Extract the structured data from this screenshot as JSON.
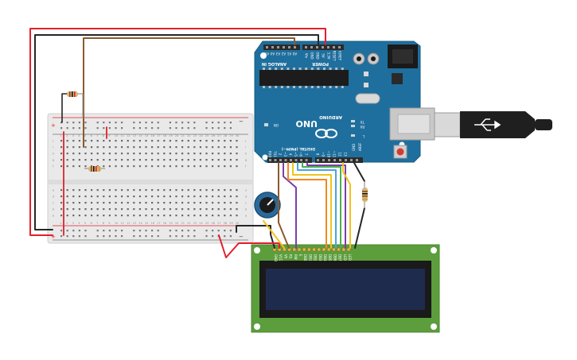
{
  "arduino": {
    "brand": "ARDUINO",
    "model": "UNO",
    "analog_header": "ANALOG IN",
    "power_header": "POWER",
    "digital_header": "DIGITAL (PWM~)",
    "on_label": "ON",
    "tx_label": "TX",
    "rx_label": "RX",
    "l_label": "L",
    "gnd_label": "GND",
    "aref_label": "AREF",
    "analog_pins": [
      "A5",
      "A4",
      "A3",
      "A2",
      "A1",
      "A0"
    ],
    "power_pins": [
      "Vin",
      "GND",
      "GND",
      "5V",
      "3.3V",
      "RESET",
      "IOREF"
    ],
    "digital_pins": [
      "RX0",
      "TX1",
      "2",
      "~3",
      "4",
      "~5",
      "~6",
      "7",
      "8",
      "~9",
      "~10",
      "~11",
      "12",
      "13"
    ]
  },
  "breadboard": {
    "rail_plus": "+",
    "rail_minus": "−",
    "row_letters_top": [
      "j",
      "i",
      "h",
      "g",
      "f"
    ],
    "row_letters_bottom": [
      "e",
      "d",
      "c",
      "b",
      "a"
    ],
    "column_count": 30
  },
  "lcd": {
    "pin_labels": [
      "GND",
      "VCC",
      "V0",
      "RS",
      "RW",
      "E",
      "DB0",
      "DB1",
      "DB2",
      "DB3",
      "DB4",
      "DB5",
      "DB6",
      "DB7",
      "LED",
      "LED"
    ]
  },
  "colors": {
    "board": "#1f6f9e",
    "lcd_pcb": "#5c9e3c",
    "lcd_screen": "#1f2b4d",
    "wire_red": "#e0202a",
    "wire_black": "#262626",
    "wire_brown": "#8a5a2b",
    "wire_purple": "#7b3fa8",
    "wire_orange": "#f08a1c",
    "wire_yellow": "#f2c21b",
    "wire_blue": "#4aa3df",
    "wire_green": "#4caf50"
  }
}
